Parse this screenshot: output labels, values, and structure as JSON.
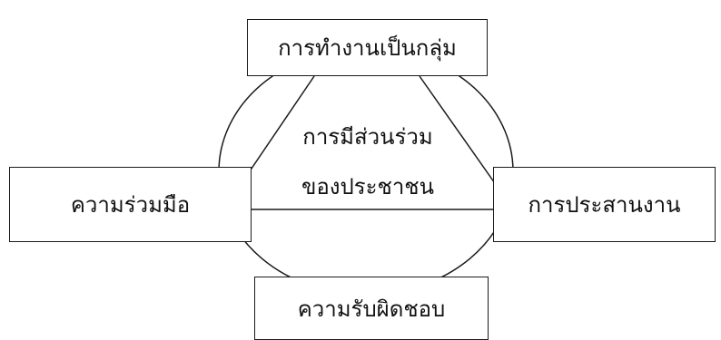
{
  "diagram": {
    "top_node": "การทำงานเป็นกลุ่ม",
    "left_node": "ความร่วมมือ",
    "right_node": "การประสานงาน",
    "bottom_node": "ความรับผิดชอบ",
    "center_lines": [
      "การมีส่วนร่วม",
      "ของประชาชน"
    ]
  },
  "colors": {
    "line": "#1a1a1a",
    "text": "#111111",
    "background": "#ffffff"
  }
}
